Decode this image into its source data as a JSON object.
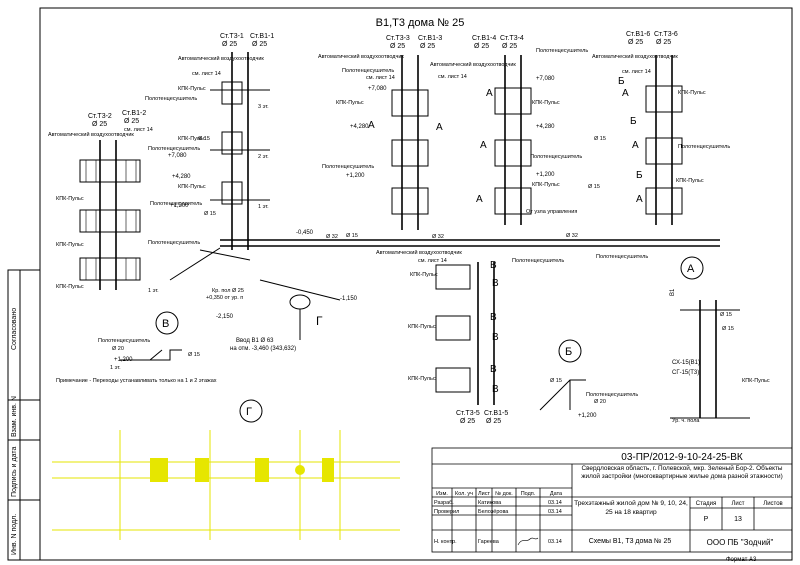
{
  "title": "В1,Т3 дома № 25",
  "risers": {
    "t3_1": "Ст.Т3-1",
    "v1_1": "Ст.В1-1",
    "t3_2": "Ст.Т3-2",
    "v1_2": "Ст.В1-2",
    "t3_3": "Ст.Т3-3",
    "v1_3": "Ст.В1-3",
    "v1_4": "Ст.В1-4",
    "t3_4": "Ст.Т3-4",
    "v1_6": "Ст.В1-6",
    "t3_6": "Ст.Т3-6",
    "t3_5": "Ст.Т3-5",
    "v1_5": "Ст.В1-5",
    "dia25": "Ø 25"
  },
  "labels": {
    "auto_vent": "Автоматический воздухоотводчик",
    "see_sheet": "см. лист 14",
    "polotenc": "Полотенцесушитель",
    "kpk": "КПК-Пульс",
    "from_unit": "От узла управления",
    "input": "Ввод В1 Ø 63",
    "input_mark": "на отм. -3,460 (343,632)",
    "input2": "Кр. пол Ø 25",
    "input2_mark": "+0,350 от ур. п",
    "floor": "Ур. ч. пола",
    "note": "Примечание - Переходы устанавливать только на 1 и 2 этажах",
    "cx": "СХ-15(В1)",
    "cg": "СГ-15(Т3)"
  },
  "marks": {
    "m7080": "+7,080",
    "m4280": "+4,280",
    "m1200": "+1,200",
    "m0450": "-0,450",
    "m1150": "-1,150",
    "m2150": "-2,150",
    "m1200b": "+1,200"
  },
  "dims": {
    "d15": "Ø 15",
    "d20": "Ø 20",
    "d32": "Ø 32",
    "d25": "Ø 25"
  },
  "floors": {
    "f1": "1 эт.",
    "f2": "2 эт.",
    "f3": "3 эт."
  },
  "callouts": {
    "A": "А",
    "B": "Б",
    "V": "В",
    "G": "Г"
  },
  "stamp": {
    "code": "03-ПР/2012-9-10-24-25-ВК",
    "org_line": "Свердловская область, г. Полевской, мкр. Зеленый Бор-2. Объекты жилой застройки (многоквартирные жилые дома разной этажности)",
    "object": "Трехэтажный жилой дом № 9, 10, 24, 25 на 18 квартир",
    "sheet_title": "Схемы В1, Т3 дома № 25",
    "company": "ООО ПБ \"Зодчий\"",
    "stage_h": "Стадия",
    "sheet_h": "Лист",
    "sheets_h": "Листов",
    "stage": "Р",
    "sheet": "13",
    "sheets": "",
    "col_izm": "Изм.",
    "col_kol": "Кол. уч",
    "col_list": "Лист",
    "col_doc": "№ док.",
    "col_sign": "Подп.",
    "col_date": "Дата",
    "razrab": "Разраб.",
    "razrab_name": "Катикова",
    "razrab_date": "03.14",
    "prov": "Проверил",
    "prov_name": "Белозёрова",
    "prov_date": "03.14",
    "nkontr": "Н. контр.",
    "nkontr_name": "Гареева",
    "nkontr_date": "03.14",
    "format": "Формат А3"
  },
  "side": {
    "agreed": "Согласовано",
    "inv_vzam": "Взам. инв. N",
    "sign_date": "Подпись и дата",
    "inv_orig": "Инв. N подл."
  }
}
